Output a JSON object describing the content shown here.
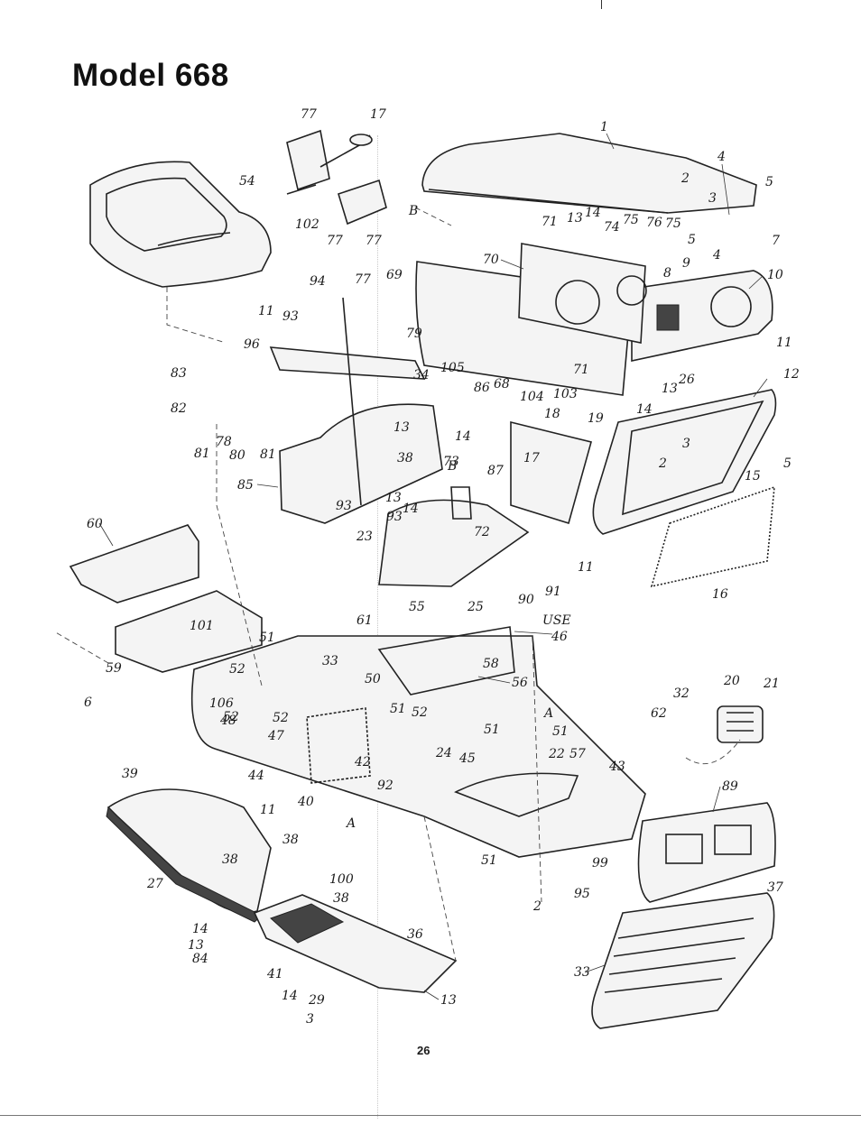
{
  "document": {
    "title": "Model 668",
    "page_number": "26"
  },
  "callouts": [
    "77",
    "17",
    "54",
    "102",
    "77",
    "77",
    "1",
    "4",
    "2",
    "3",
    "5",
    "B",
    "71",
    "13",
    "14",
    "74",
    "75",
    "76",
    "75",
    "5",
    "4",
    "7",
    "70",
    "9",
    "8",
    "10",
    "69",
    "94",
    "77",
    "11",
    "93",
    "96",
    "79",
    "83",
    "34",
    "105",
    "86",
    "68",
    "71",
    "13",
    "26",
    "11",
    "12",
    "82",
    "104",
    "103",
    "18",
    "19",
    "14",
    "78",
    "80",
    "81",
    "81",
    "13",
    "38",
    "14",
    "73",
    "87",
    "B",
    "17",
    "3",
    "2",
    "15",
    "5",
    "85",
    "13",
    "14",
    "93",
    "93",
    "23",
    "72",
    "11",
    "60",
    "91",
    "90",
    "16",
    "55",
    "25",
    "USE",
    "61",
    "46",
    "101",
    "51",
    "33",
    "58",
    "59",
    "52",
    "50",
    "56",
    "20",
    "21",
    "6",
    "32",
    "62",
    "52",
    "51",
    "52",
    "A",
    "106",
    "52",
    "48",
    "51",
    "51",
    "47",
    "45",
    "22",
    "57",
    "24",
    "43",
    "42",
    "44",
    "92",
    "39",
    "40",
    "89",
    "A",
    "11",
    "37",
    "38",
    "38",
    "51",
    "99",
    "95",
    "27",
    "100",
    "2",
    "38",
    "36",
    "14",
    "13",
    "84",
    "41",
    "33",
    "14",
    "29",
    "13",
    "3"
  ]
}
